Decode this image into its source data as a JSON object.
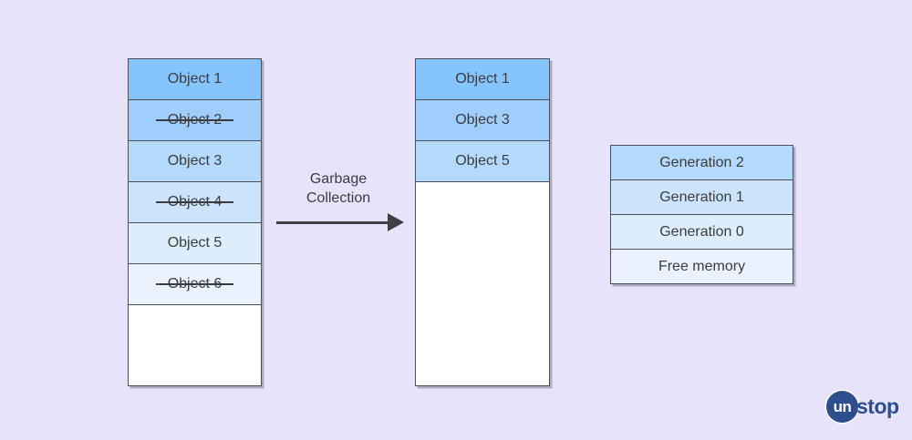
{
  "colors": {
    "background": "#E7E3FA",
    "border": "#4E4E56",
    "text": "#3C3C3F",
    "arrow": "#3F3F44",
    "white": "#FFFFFF",
    "shade1": "#85C4FC",
    "shade2": "#9FCEFC",
    "shade3": "#B3D9FB",
    "shade4": "#CBE4FB",
    "shade5": "#DCEDFC",
    "shade6": "#EAF3FD",
    "logo_navy": "#2E4E8E"
  },
  "heap_before": {
    "rows": [
      {
        "label": "Object 1",
        "strike": false,
        "color": "#85C4FC"
      },
      {
        "label": "Object 2",
        "strike": true,
        "color": "#9FCEFC"
      },
      {
        "label": "Object 3",
        "strike": false,
        "color": "#B3D9FB"
      },
      {
        "label": "Object 4",
        "strike": true,
        "color": "#CBE4FB"
      },
      {
        "label": "Object 5",
        "strike": false,
        "color": "#DCEDFC"
      },
      {
        "label": "Object 6",
        "strike": true,
        "color": "#EAF3FD"
      }
    ]
  },
  "heap_after": {
    "rows": [
      {
        "label": "Object 1",
        "strike": false,
        "color": "#85C4FC"
      },
      {
        "label": "Object 3",
        "strike": false,
        "color": "#9FCEFC"
      },
      {
        "label": "Object 5",
        "strike": false,
        "color": "#B3D9FB"
      }
    ]
  },
  "generations": {
    "rows": [
      {
        "label": "Generation 2",
        "color": "#B3D9FB"
      },
      {
        "label": "Generation 1",
        "color": "#CBE4FB"
      },
      {
        "label": "Generation 0",
        "color": "#DCEDFC"
      },
      {
        "label": "Free memory",
        "color": "#EAF3FD"
      }
    ]
  },
  "arrow": {
    "label_line1": "Garbage",
    "label_line2": "Collection"
  },
  "logo": {
    "circle_text": "un",
    "rest_text": "stop"
  }
}
